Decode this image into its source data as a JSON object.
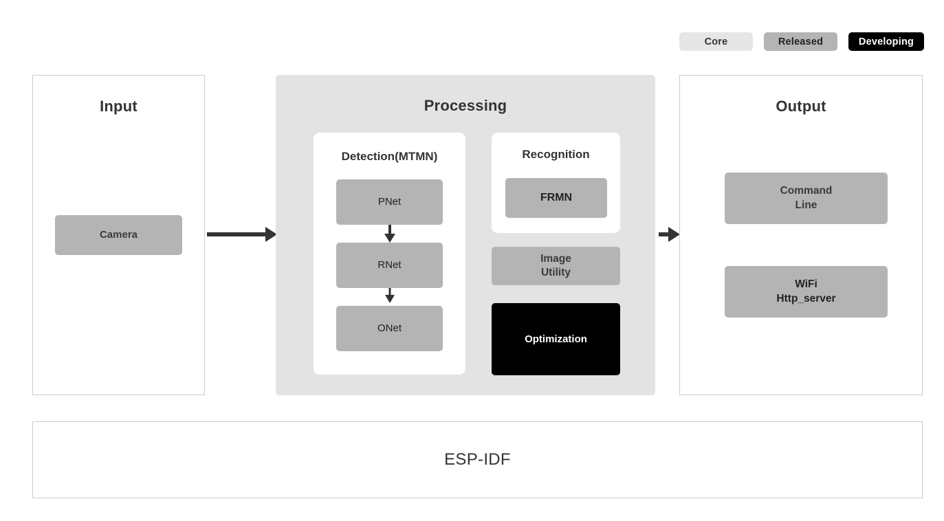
{
  "legend": {
    "items": [
      {
        "label": "Core",
        "color": "#e6e6e6",
        "text_color": "#333333"
      },
      {
        "label": "Released",
        "color": "#b4b4b4",
        "text_color": "#222222"
      },
      {
        "label": "Developing",
        "color": "#000000",
        "text_color": "#ffffff"
      }
    ]
  },
  "input": {
    "title": "Input",
    "nodes": [
      {
        "label": "Camera",
        "status": "Released"
      }
    ]
  },
  "processing": {
    "title": "Processing",
    "detection": {
      "title": "Detection(MTMN)",
      "nodes": [
        {
          "label": "PNet",
          "status": "Released"
        },
        {
          "label": "RNet",
          "status": "Released"
        },
        {
          "label": "ONet",
          "status": "Released"
        }
      ]
    },
    "recognition": {
      "title": "Recognition",
      "nodes": [
        {
          "label": "FRMN",
          "status": "Released"
        }
      ]
    },
    "image_utility": {
      "label": "Image\nUtility",
      "line1": "Image",
      "line2": "Utility",
      "status": "Released"
    },
    "optimization": {
      "label": "Optimization",
      "status": "Developing"
    }
  },
  "output": {
    "title": "Output",
    "nodes": [
      {
        "line1": "Command",
        "line2": "Line",
        "status": "Released"
      },
      {
        "line1": "WiFi",
        "line2": "Http_server",
        "status": "Released"
      }
    ]
  },
  "foundation": {
    "label": "ESP-IDF"
  },
  "arrows": [
    {
      "name": "input-to-processing",
      "direction": "right"
    },
    {
      "name": "processing-to-output",
      "direction": "right"
    },
    {
      "name": "pnet-to-rnet",
      "direction": "down"
    },
    {
      "name": "rnet-to-onet",
      "direction": "down"
    }
  ],
  "colors": {
    "core": "#e6e6e6",
    "released": "#b4b4b4",
    "developing": "#000000",
    "panel_bg": "#e3e3e3",
    "panel_border": "#cccccc",
    "text": "#333333"
  }
}
